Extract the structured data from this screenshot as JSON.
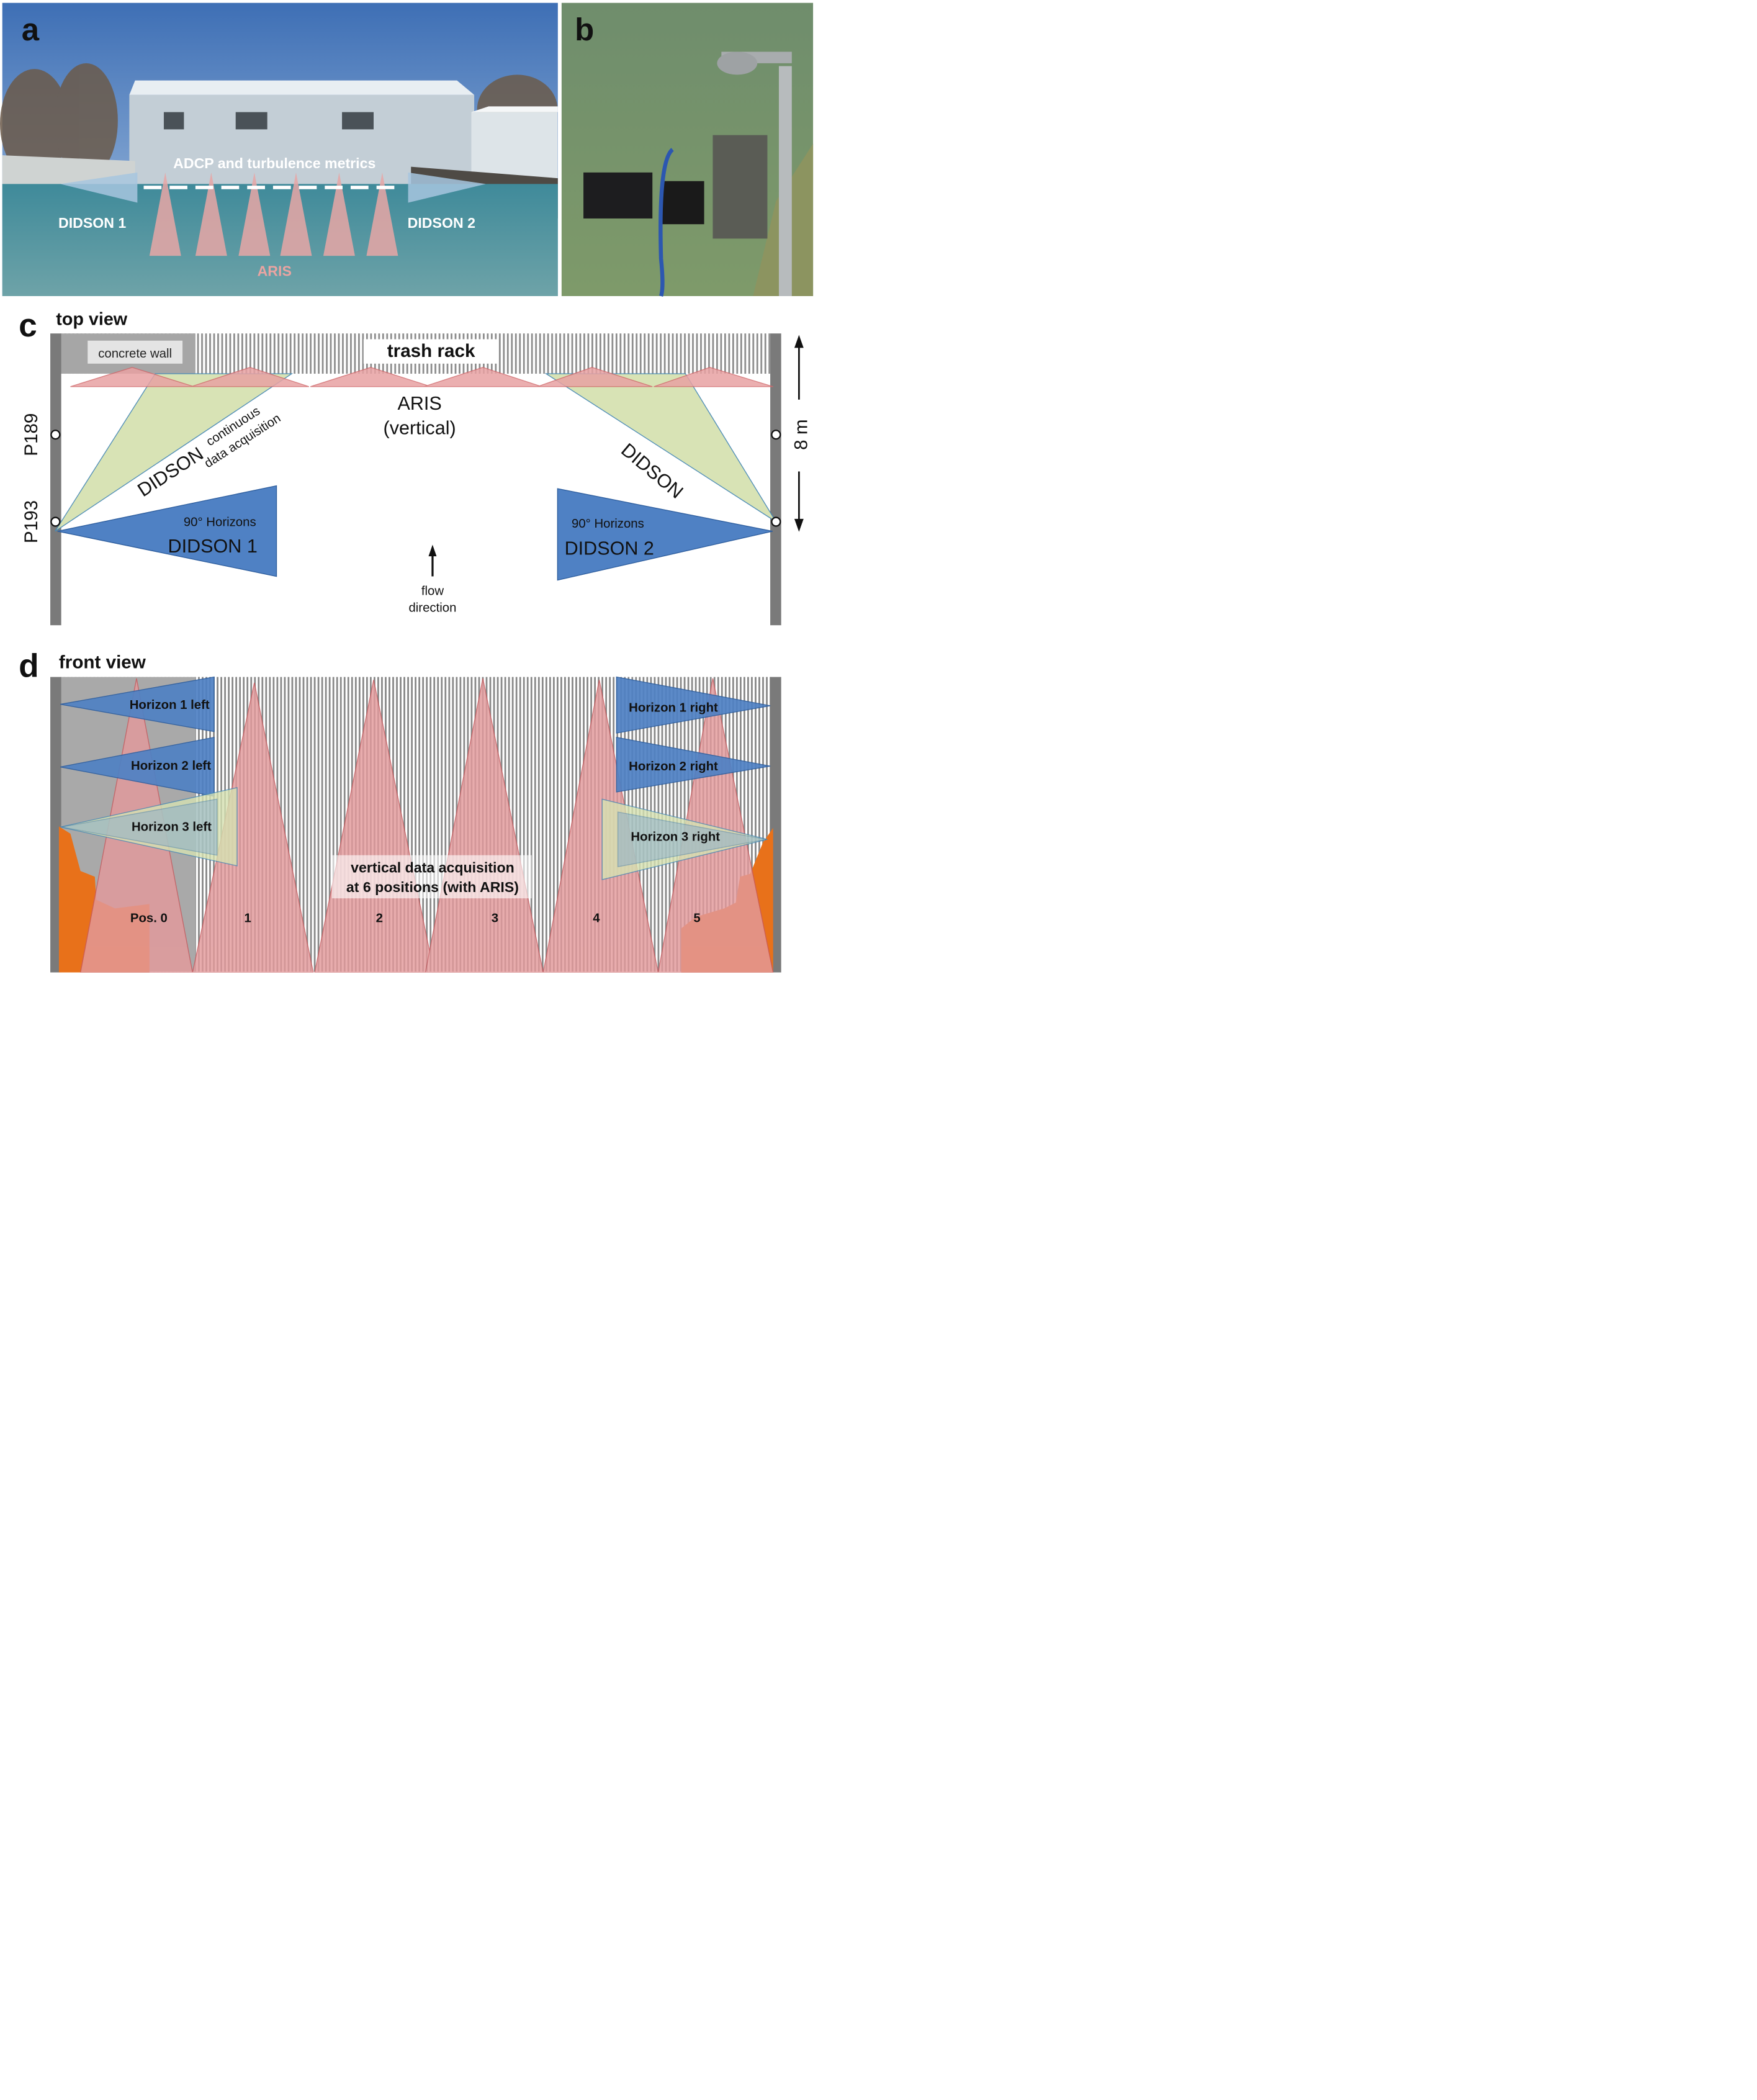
{
  "panel_a": {
    "letter": "a",
    "label_adcp": "ADCP and turbulence metrics",
    "label_didson1": "DIDSON 1",
    "label_didson2": "DIDSON 2",
    "label_aris": "ARIS"
  },
  "panel_b": {
    "letter": "b"
  },
  "panel_c": {
    "letter": "c",
    "title": "top view",
    "concrete_wall": "concrete wall",
    "trash_rack": "trash rack",
    "aris_line1": "ARIS",
    "aris_line2": "(vertical)",
    "continuous_line1": "continuous",
    "continuous_line2": "data acquisition",
    "didson_left": "DIDSON",
    "didson_right": "DIDSON",
    "horizons_left": "90° Horizons",
    "horizons_right": "90° Horizons",
    "didson1": "DIDSON 1",
    "didson2": "DIDSON 2",
    "p189": "P189",
    "p193": "P193",
    "scale": "8 m",
    "flow_line1": "flow",
    "flow_line2": "direction"
  },
  "panel_d": {
    "letter": "d",
    "title": "front view",
    "horizon1_left": "Horizon 1 left",
    "horizon2_left": "Horizon 2 left",
    "horizon3_left": "Horizon 3 left",
    "horizon1_right": "Horizon 1 right",
    "horizon2_right": "Horizon 2 right",
    "horizon3_right": "Horizon 3 right",
    "vertical_line1": "vertical data acquisition",
    "vertical_line2": "at 6 positions (with ARIS)",
    "positions": [
      "Pos. 0",
      "1",
      "2",
      "3",
      "4",
      "5"
    ]
  },
  "colors": {
    "aris_red": "#e39a9c",
    "didson_blue": "#4f81c4",
    "didson_green": "#d6e2b2",
    "wall_gray": "#7a7a7a",
    "sediment_orange": "#e8711a"
  }
}
